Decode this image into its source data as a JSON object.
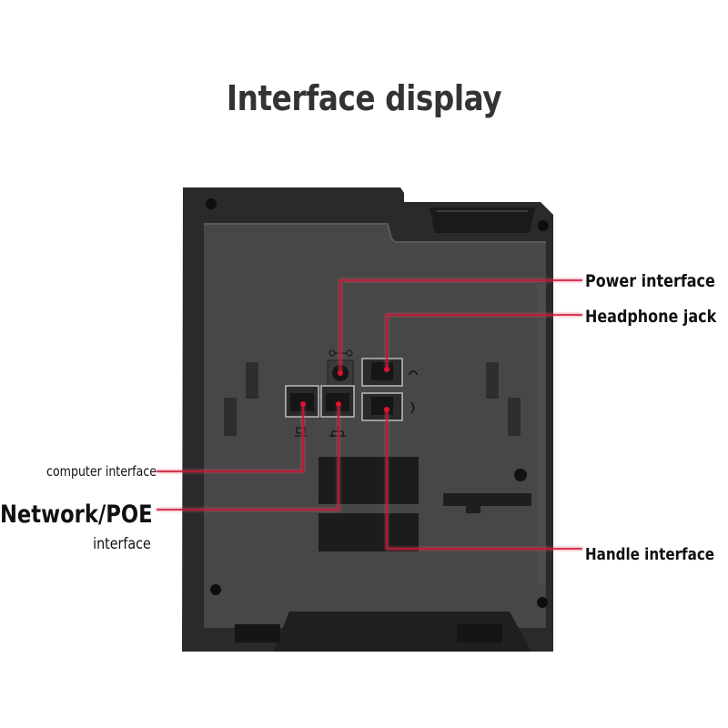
{
  "title": "Interface display",
  "callouts": {
    "power": "Power interface",
    "headphone": "Headphone jack",
    "handle": "Handle interface",
    "computer": "computer interface",
    "network_line1": "Network/POE",
    "network_line2": "interface"
  },
  "colors": {
    "leader_line": "#c8102e",
    "device_body": "#2a2a2a",
    "device_panel": "#474747",
    "port": "#1c1c1c"
  },
  "icons": [
    "dc-power-icon",
    "headset-icon",
    "handset-icon",
    "computer-icon",
    "network-icon"
  ]
}
